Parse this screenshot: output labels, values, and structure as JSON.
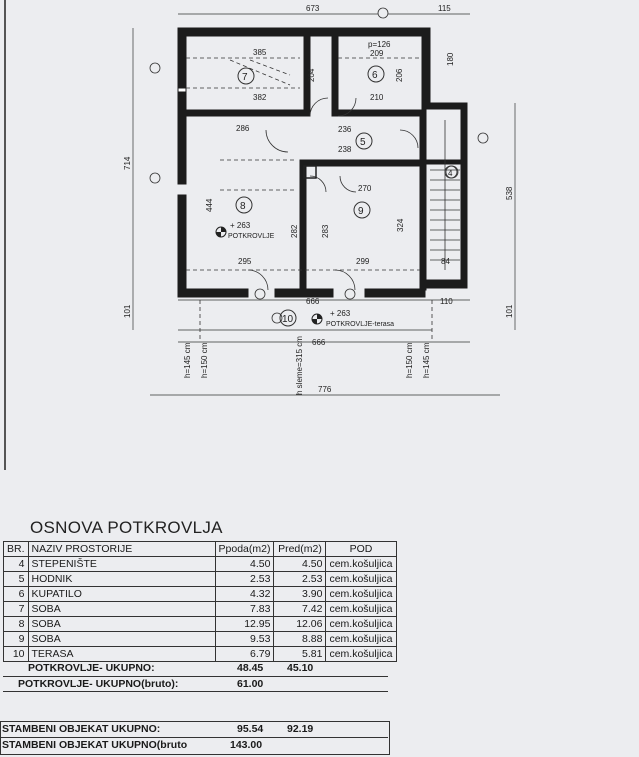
{
  "plan": {
    "dims": {
      "top_total": "673",
      "top_right": "115",
      "left_total": "714",
      "right_total": "538",
      "bottom_total": "776",
      "bottom_inner": "666",
      "bottom_inner2": "666",
      "bottom_right": "110",
      "left_lower": "101",
      "right_lower": "101",
      "room7_w1": "385",
      "room7_w2": "382",
      "room6_w1": "209",
      "room6_w2": "210",
      "room6_h": "206",
      "room7_h": "204",
      "hall_w1": "236",
      "hall_w2": "238",
      "room8_w": "286",
      "room8_h": "444",
      "room8_bottom": "295",
      "room9_w": "270",
      "room9_h": "324",
      "room9_bottom": "299",
      "mid_h": "283",
      "mid_h2": "282",
      "stair_h": "180",
      "stair_w": "84",
      "h_145_left": "h=145 cm",
      "h_150_left": "h=150 cm",
      "h_sleme": "h sleme=315 cm",
      "h_150_right": "h=150 cm",
      "h_145_right": "h=145 cm",
      "p_126": "p=126",
      "level_a": "+ 263",
      "level_b": "+ 263"
    },
    "room_numbers": [
      "7",
      "6",
      "5",
      "4",
      "8",
      "9",
      "10"
    ],
    "labels": {
      "potkrovlje": "POTKROVLJE",
      "terasa": "POTKROVLJE-terasa"
    }
  },
  "title": "OSNOVA POTKROVLJA",
  "table": {
    "headers": [
      "BR.",
      "NAZIV PROSTORIJE",
      "Ppoda(m2)",
      "Pred(m2)",
      "POD"
    ],
    "rows": [
      [
        "4",
        "STEPENIŠTE",
        "4.50",
        "4.50",
        "cem.košuljica"
      ],
      [
        "5",
        "HODNIK",
        "2.53",
        "2.53",
        "cem.košuljica"
      ],
      [
        "6",
        "KUPATILO",
        "4.32",
        "3.90",
        "cem.košuljica"
      ],
      [
        "7",
        "SOBA",
        "7.83",
        "7.42",
        "cem.košuljica"
      ],
      [
        "8",
        "SOBA",
        "12.95",
        "12.06",
        "cem.košuljica"
      ],
      [
        "9",
        "SOBA",
        "9.53",
        "8.88",
        "cem.košuljica"
      ],
      [
        "10",
        "TERASA",
        "6.79",
        "5.81",
        "cem.košuljica"
      ]
    ]
  },
  "totals": {
    "potkrovlje_label": "POTKROVLJE- UKUPNO:",
    "potkrovlje_floor": "48.45",
    "potkrovlje_red": "45.10",
    "potkrovlje_bruto_label": "POTKROVLJE- UKUPNO(bruto):",
    "potkrovlje_bruto": "61.00",
    "objekat_label": "STAMBENI OBJEKAT UKUPNO:",
    "objekat_floor": "95.54",
    "objekat_red": "92.19",
    "objekat_bruto_label": "STAMBENI OBJEKAT UKUPNO(bruto",
    "objekat_bruto": "143.00"
  }
}
